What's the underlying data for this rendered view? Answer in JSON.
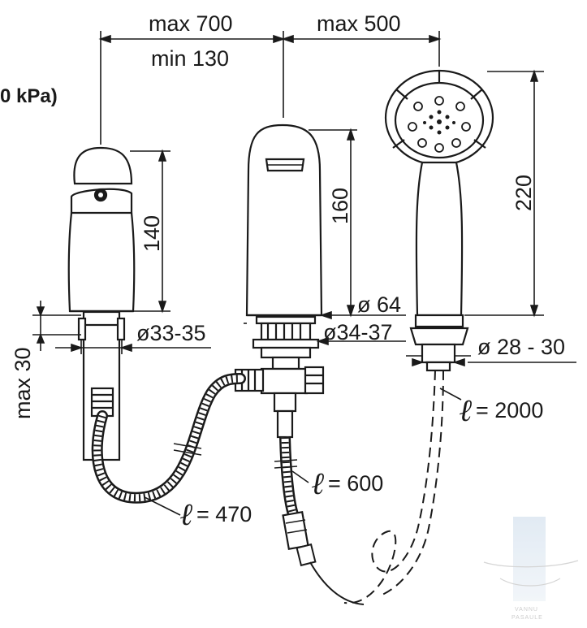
{
  "pressure_label": "0 kPa)",
  "dimensions": {
    "max_700": "max 700",
    "min_130": "min 130",
    "max_500": "max 500",
    "h_140": "140",
    "h_160": "160",
    "h_220": "220",
    "max_30": "max 30",
    "d_33_35": "ø33-35",
    "d_64": "ø 64",
    "d_34_37": "ø34-37",
    "d_28_30": "ø 28 - 30"
  },
  "hoses": {
    "symbol": "ℓ",
    "len_2000": "= 2000",
    "len_600": "= 600",
    "len_470": "= 470"
  },
  "watermark": {
    "line1": "VANNU",
    "line2": "PASAULE"
  }
}
